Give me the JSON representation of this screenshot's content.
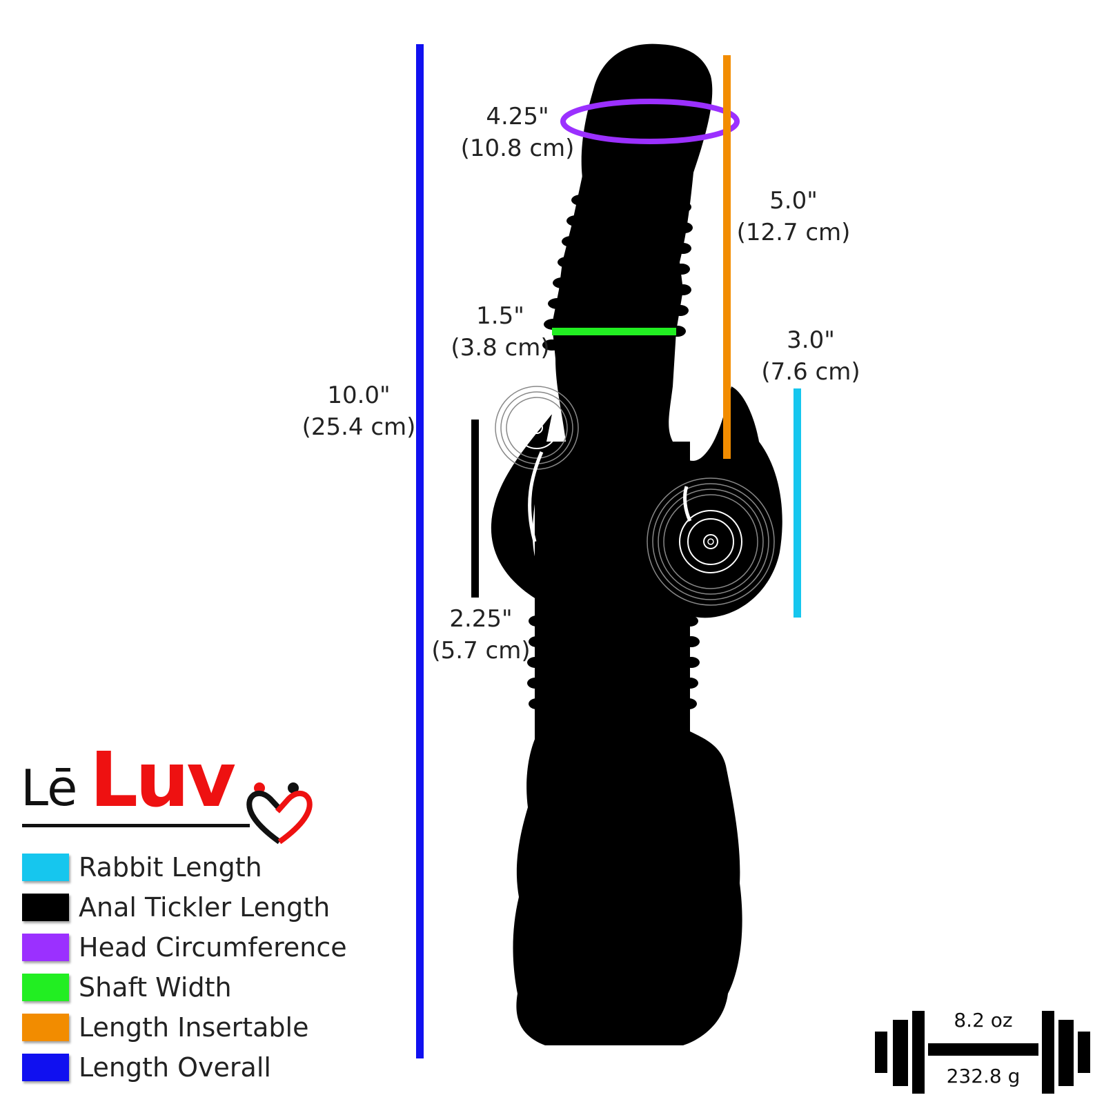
{
  "brand": {
    "name_prefix": "Lē",
    "name_main": "Luv",
    "accent_color": "#ee1111",
    "icon": "heart-couple-icon"
  },
  "measurements": {
    "head_circumference": {
      "imperial": "4.25\"",
      "metric": "(10.8 cm)",
      "color": "#9b30ff"
    },
    "length_insertable": {
      "imperial": "5.0\"",
      "metric": "(12.7 cm)",
      "color": "#f28c00"
    },
    "shaft_width": {
      "imperial": "1.5\"",
      "metric": "(3.8 cm)",
      "color": "#22ee22"
    },
    "rabbit_length": {
      "imperial": "3.0\"",
      "metric": "(7.6 cm)",
      "color": "#16c6ee"
    },
    "length_overall": {
      "imperial": "10.0\"",
      "metric": "(25.4 cm)",
      "color": "#1010f0"
    },
    "anal_tickler_length": {
      "imperial": "2.25\"",
      "metric": "(5.7 cm)",
      "color": "#000000"
    }
  },
  "legend": [
    {
      "label": "Rabbit Length",
      "color": "#16c6ee"
    },
    {
      "label": "Anal Tickler Length",
      "color": "#000000"
    },
    {
      "label": "Head Circumference",
      "color": "#9b30ff"
    },
    {
      "label": "Shaft Width",
      "color": "#22ee22"
    },
    {
      "label": "Length Insertable",
      "color": "#f28c00"
    },
    {
      "label": "Length Overall",
      "color": "#1010f0"
    }
  ],
  "weight": {
    "imperial": "8.2 oz",
    "metric": "232.8 g",
    "icon": "dumbbell-icon"
  },
  "product": {
    "icon": "product-silhouette",
    "vibration_icons": [
      "vibration-waves-icon",
      "vibration-waves-icon"
    ]
  }
}
